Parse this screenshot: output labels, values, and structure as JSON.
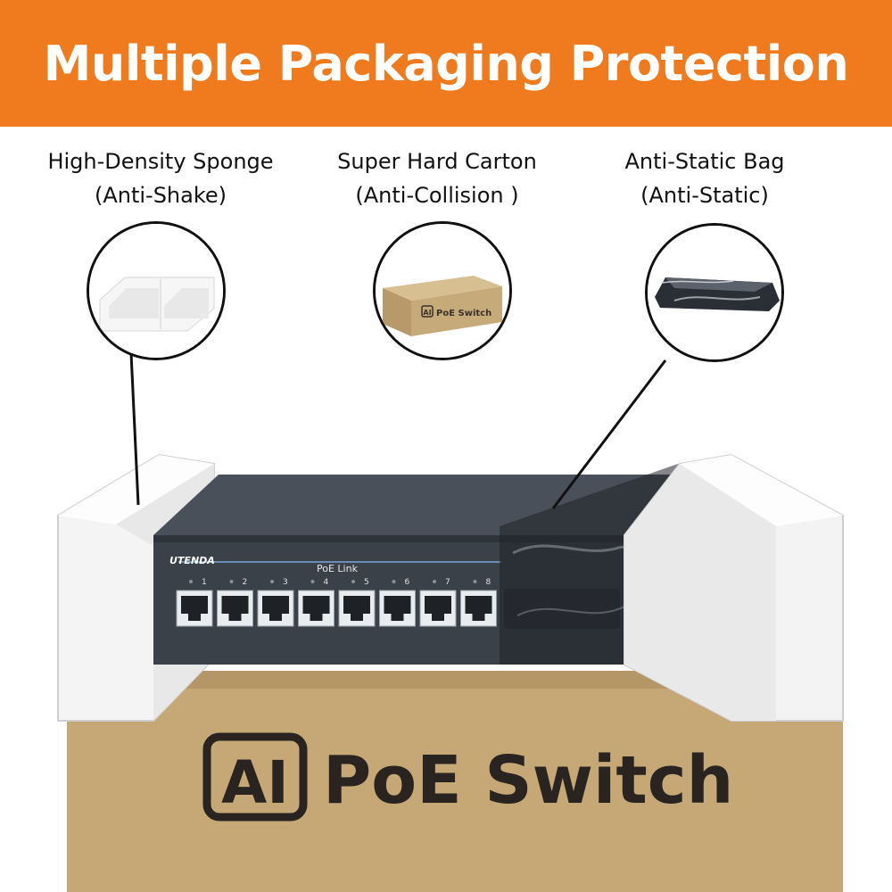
{
  "banner": {
    "title": "Multiple Packaging Protection"
  },
  "features": [
    {
      "name": "High-Density Sponge",
      "benefit": "(Anti-Shake)"
    },
    {
      "name": "Super Hard Carton",
      "benefit": "(Anti-Collision )"
    },
    {
      "name": "Anti-Static Bag",
      "benefit": "(Anti-Static)"
    }
  ],
  "product": {
    "brand": "UTENDA",
    "panel_label": "PoE Link",
    "port_numbers": [
      "1",
      "2",
      "3",
      "4",
      "5",
      "6",
      "7",
      "8"
    ]
  },
  "box": {
    "logo_letters": "AI",
    "text": "PoE Switch"
  },
  "colors": {
    "banner": "#f07b1e",
    "carton": "#c6a877",
    "switch": "#3b4148"
  }
}
